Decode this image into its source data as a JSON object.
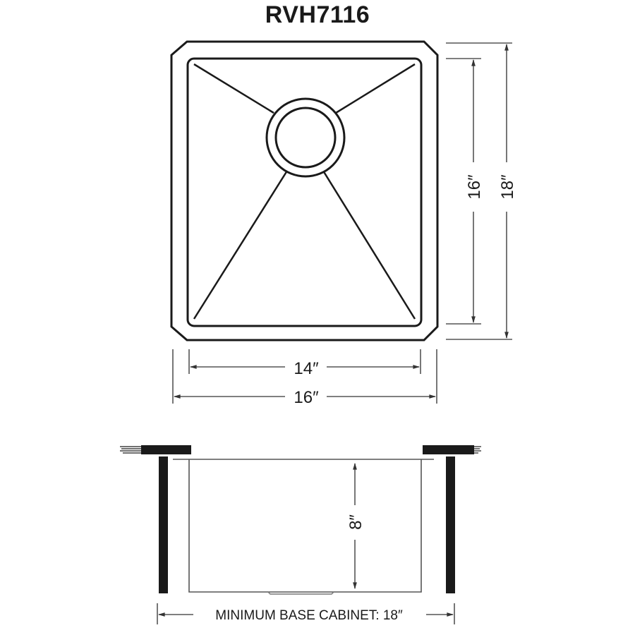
{
  "title": "RVH7116",
  "top_view": {
    "dimensions": {
      "inner_width": "14″",
      "outer_width": "16″",
      "inner_length": "16″",
      "outer_length": "18″"
    }
  },
  "side_view": {
    "depth": "8″",
    "cabinet_label": "MINIMUM BASE CABINET: 18″"
  },
  "colors": {
    "line": "#1a1a1a",
    "dim_line": "#555555",
    "background": "#ffffff"
  }
}
